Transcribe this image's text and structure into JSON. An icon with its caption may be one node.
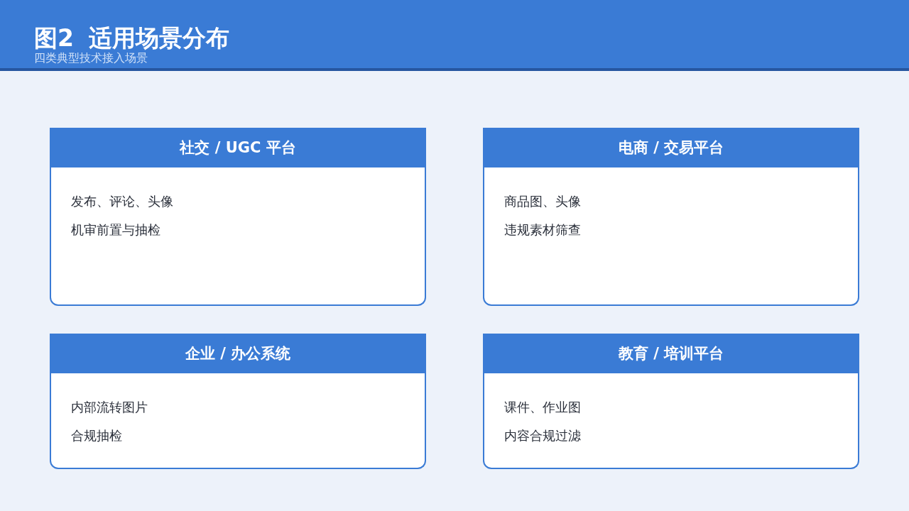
{
  "diagram": {
    "title": "图2 适用场景分布",
    "labels": [
      "四类典型技术接入场景"
    ],
    "nodes": [
      {
        "text": [
          "社交 / UGC 平台",
          "发布、评论、头像",
          "机审前置与抽检"
        ]
      },
      {
        "text": [
          "电商 / 交易平台",
          "商品图、头像",
          "违规素材筛查"
        ]
      },
      {
        "text": [
          "企业 / 办公系统",
          "内部流转图片",
          "合规抽检"
        ]
      },
      {
        "text": [
          "教育 / 培训平台",
          "课件、作业图",
          "内容合规过滤"
        ]
      }
    ]
  }
}
